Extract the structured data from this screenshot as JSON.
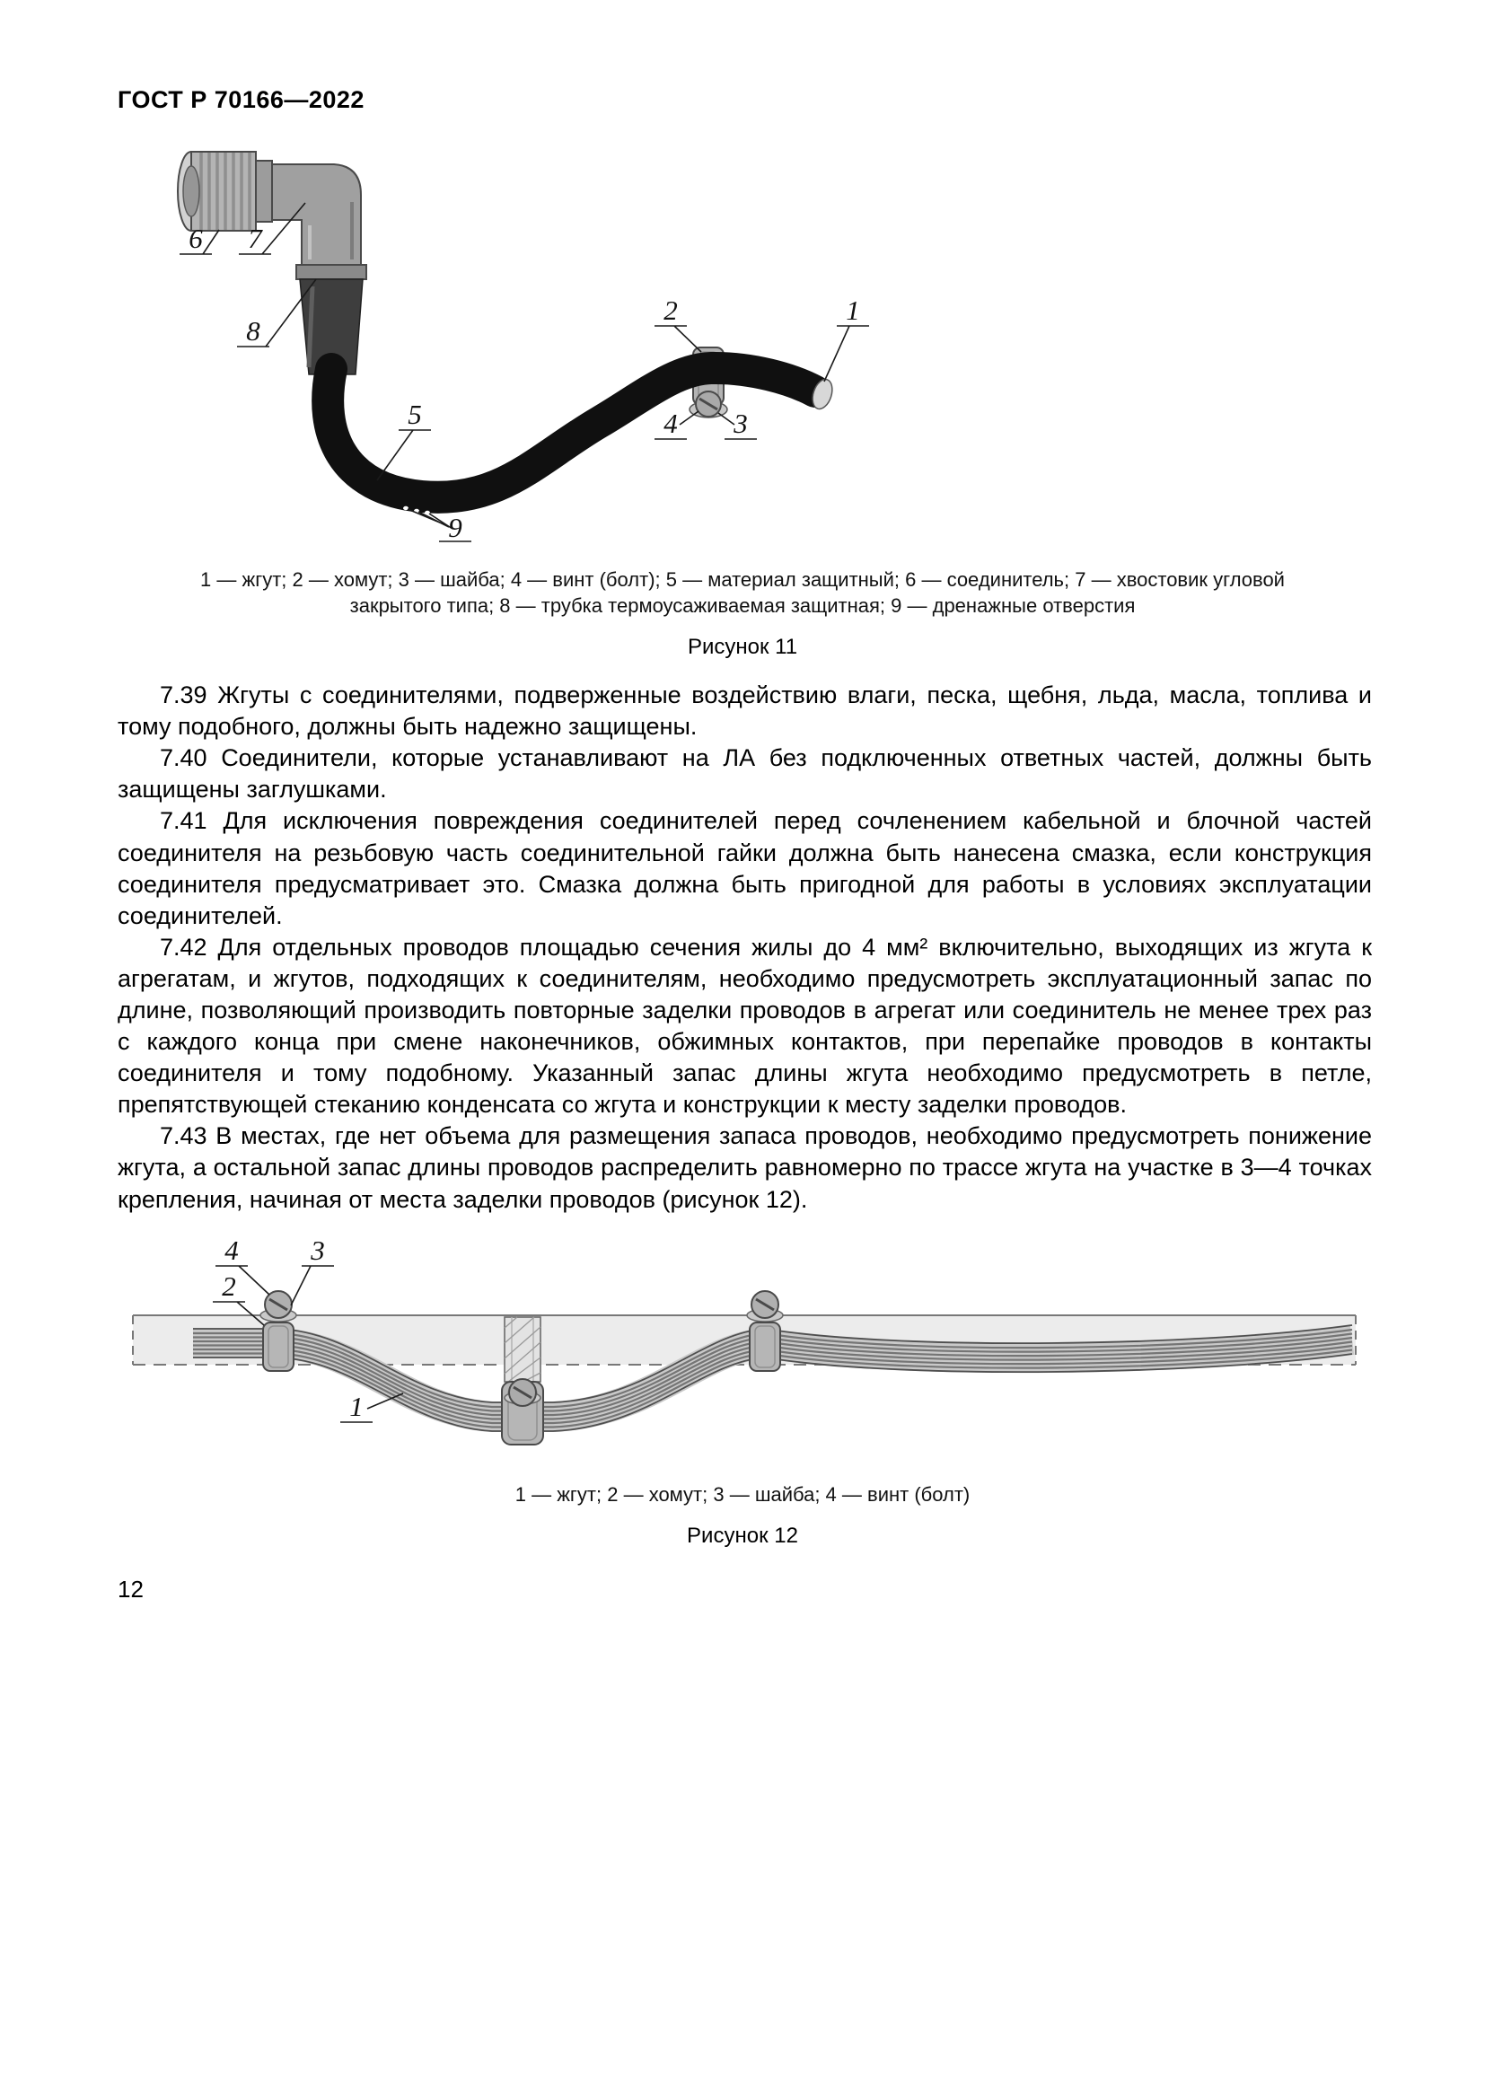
{
  "header": {
    "doc_code": "ГОСТ Р 70166—2022"
  },
  "figure11": {
    "legend": "1 — жгут; 2 — хомут; 3 — шайба; 4 — винт (болт); 5 — материал защитный; 6 — соединитель; 7 — хвостовик угловой закрытого типа; 8 — трубка термоусаживаемая защитная; 9 — дренажные отверстия",
    "caption": "Рисунок 11",
    "callouts": {
      "c1": "1",
      "c2": "2",
      "c3": "3",
      "c4": "4",
      "c5": "5",
      "c6": "6",
      "c7": "7",
      "c8": "8",
      "c9": "9"
    }
  },
  "paragraphs": {
    "p_7_39": "7.39 Жгуты с соединителями, подверженные воздействию влаги, песка, щебня, льда, масла, топлива и тому подобного, должны быть надежно защищены.",
    "p_7_40": "7.40 Соединители, которые устанавливают на ЛА без подключенных ответных частей, должны быть защищены заглушками.",
    "p_7_41": "7.41 Для исключения повреждения соединителей перед сочленением кабельной и блочной частей соединителя на резьбовую часть соединительной гайки должна быть нанесена смазка, если конструкция соединителя предусматривает это. Смазка должна быть пригодной для работы в условиях эксплуатации соединителей.",
    "p_7_42": "7.42 Для отдельных проводов площадью сечения жилы до 4 мм² включительно, выходящих из жгута к агрегатам, и жгутов, подходящих к соединителям, необходимо предусмотреть эксплуатационный запас по длине, позволяющий производить повторные заделки проводов в агрегат или соединитель не менее трех раз с каждого конца при смене наконечников, обжимных контактов, при перепайке проводов в контакты соединителя и тому подобному. Указанный запас длины жгута необходимо предусмотреть в петле, препятствующей стеканию конденсата со жгута и конструкции к месту заделки проводов.",
    "p_7_43": "7.43 В местах, где нет объема для размещения запаса проводов, необходимо предусмотреть понижение жгута, а остальной запас длины проводов распределить равномерно по трассе жгута на участке в 3—4 точках крепления, начиная от места заделки проводов (рисунок 12)."
  },
  "figure12": {
    "legend": "1 — жгут; 2 — хомут; 3 — шайба; 4 — винт (болт)",
    "caption": "Рисунок 12",
    "callouts": {
      "c1": "1",
      "c2": "2",
      "c3": "3",
      "c4": "4"
    }
  },
  "footer": {
    "page_number": "12"
  }
}
